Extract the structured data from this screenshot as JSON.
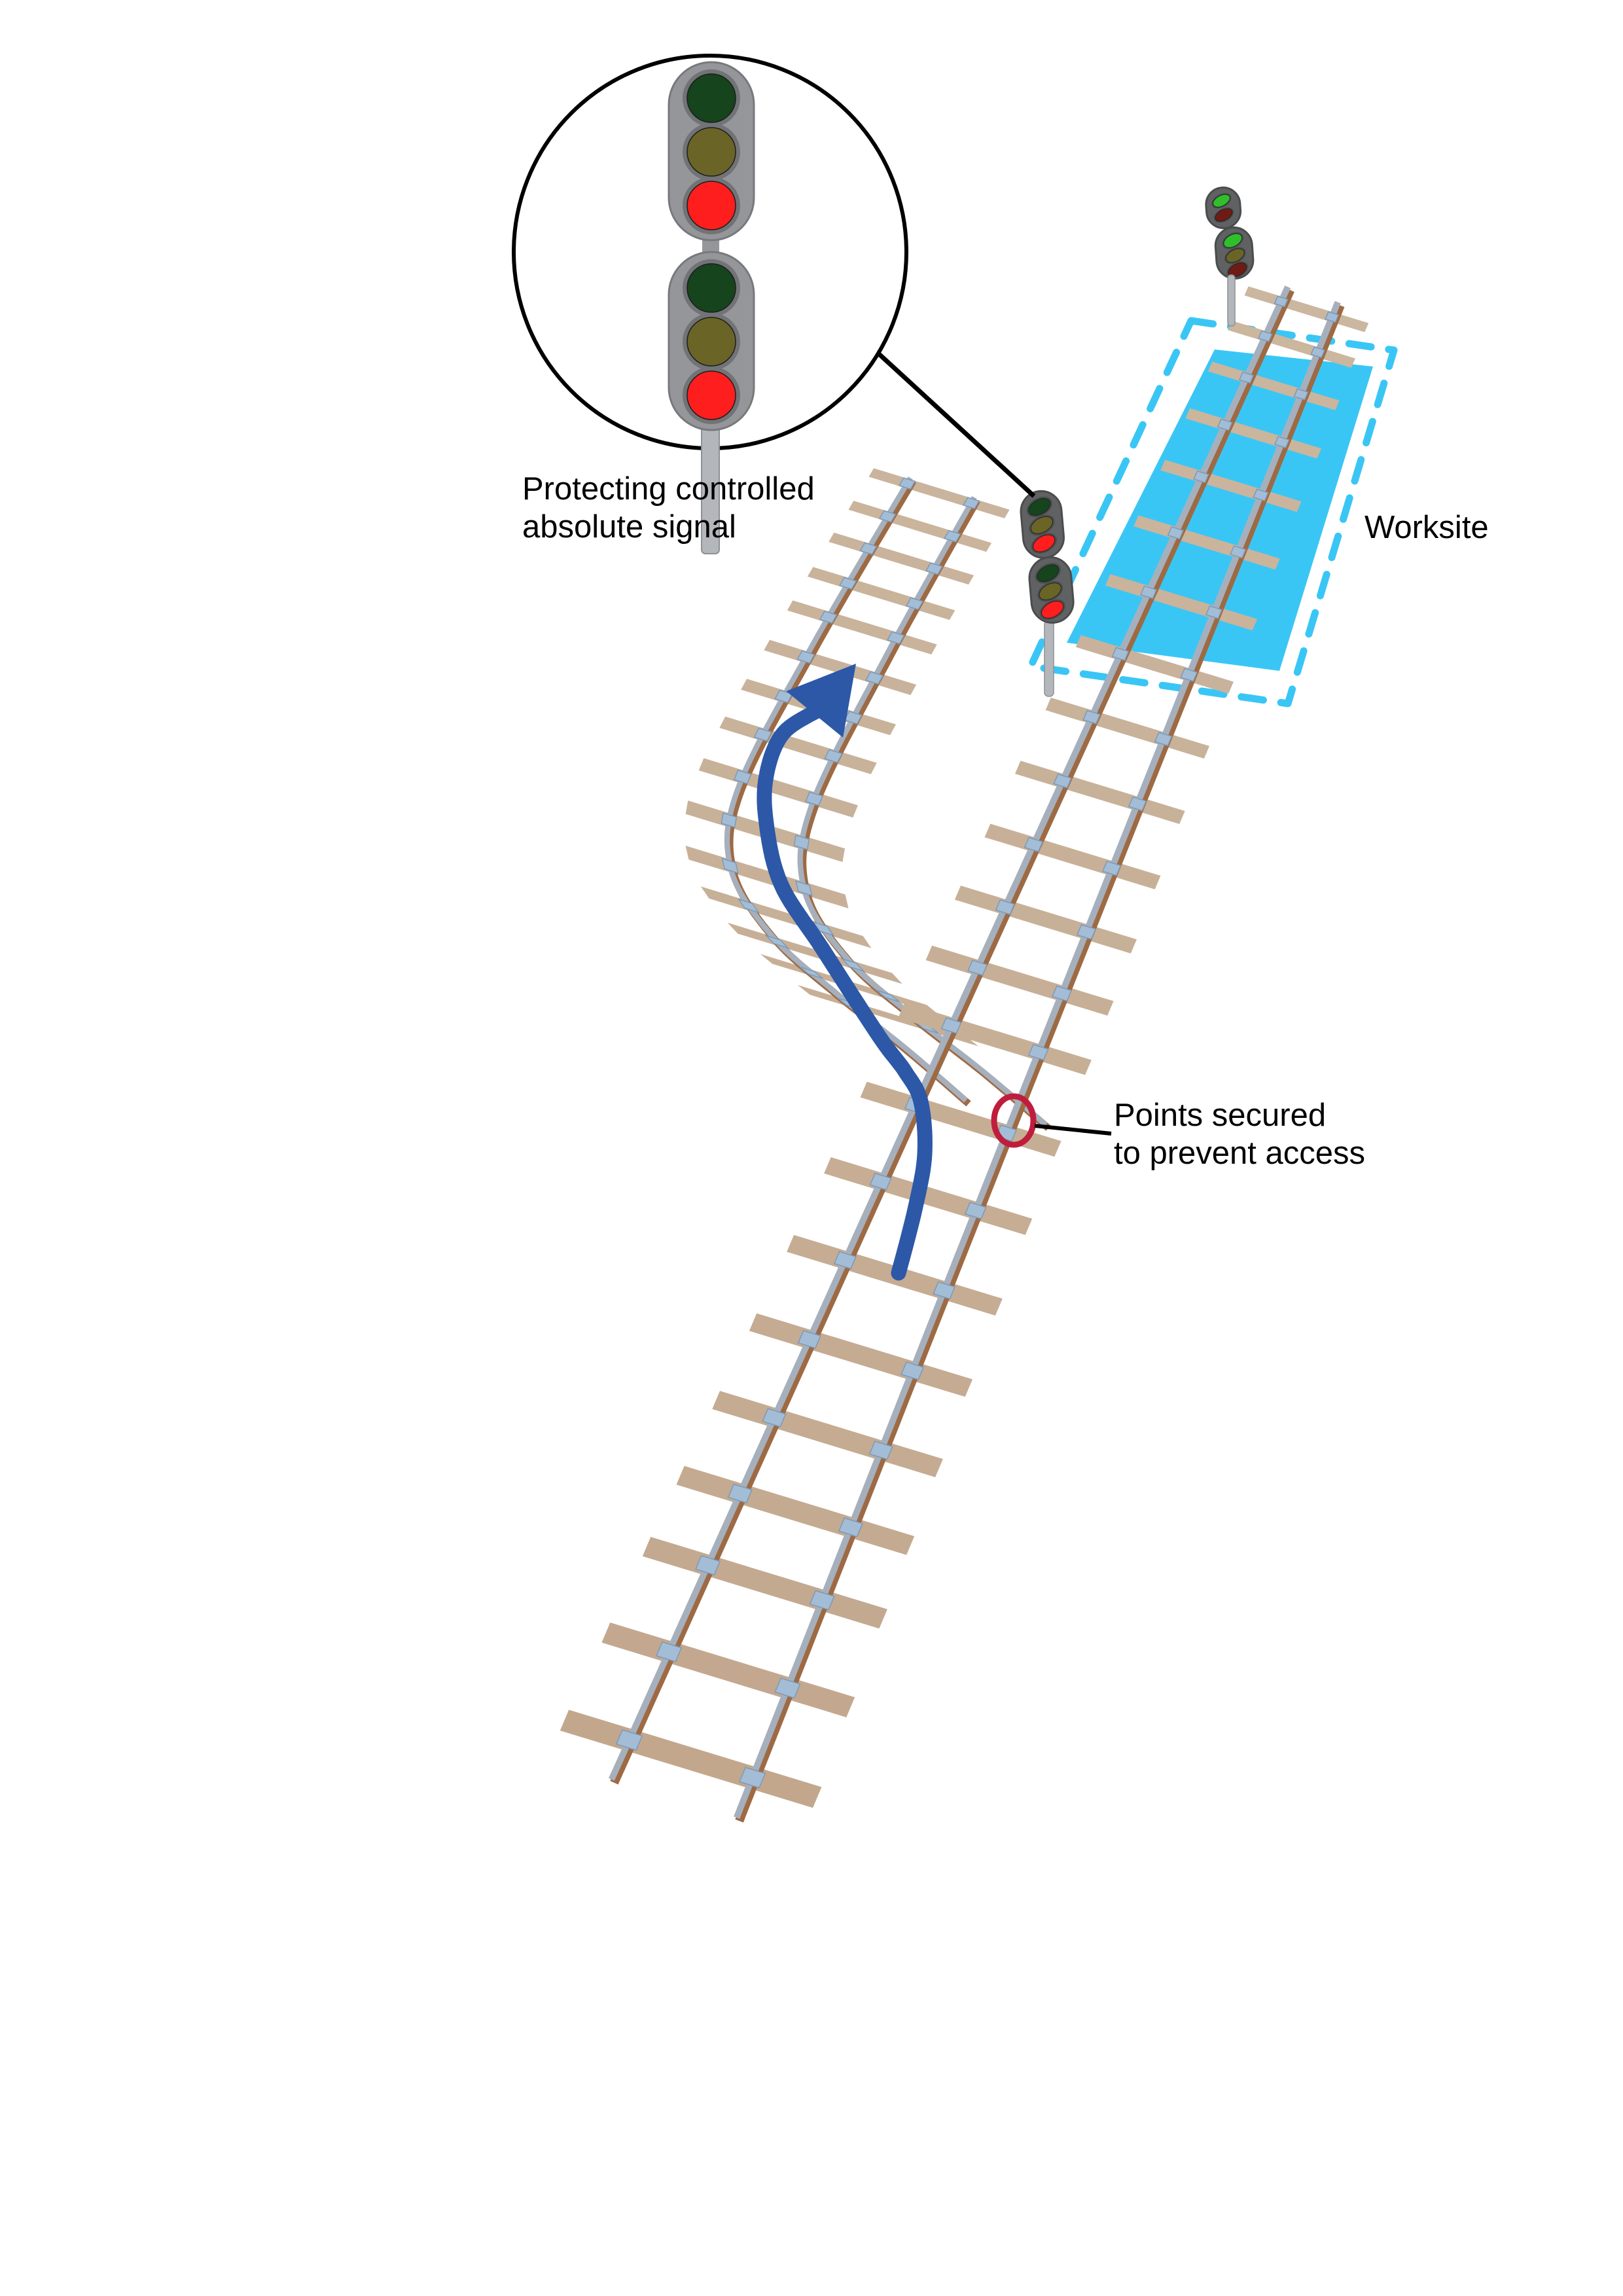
{
  "figure": {
    "kind": "railway-worksite-protection-diagram",
    "background": "#ffffff"
  },
  "labels": {
    "protecting": {
      "line1": "Protecting controlled",
      "line2": "absolute signal"
    },
    "worksite": "Worksite",
    "points": {
      "line1": "Points secured",
      "line2": "to prevent access"
    }
  },
  "colors": {
    "worksite_fill": "#3ac6f5",
    "worksite_border": "#3ac6f5",
    "sleeper_near": "#c2a78d",
    "sleeper_far": "#cbb69f",
    "rail_brown": "#9e6a43",
    "rail_silver": "#a6b0bd",
    "fastener": "#a3bdd6",
    "arrow_blue": "#2c58a7",
    "points_circle_red": "#c01d3c",
    "callout_black": "#000000",
    "magnifier_stroke": "#000000",
    "housing_light": "#949699",
    "housing_light_edge": "#77797c",
    "housing_dark": "#5f6163",
    "housing_dark_edge": "#4a4c4e",
    "socket": "#717376",
    "socket_small": "#4c4e50",
    "pole": "#b3b6ba",
    "pole_edge": "#8e9194",
    "text": "#000000"
  },
  "lamp_colors": {
    "green-off": "#16441d",
    "yellow-off": "#6a6526",
    "red-on": "#ff1e1e",
    "green-on": "#2fbf2a",
    "red-off": "#6e1b14"
  },
  "signals": {
    "magnified": {
      "name": "protecting-controlled-absolute-signal-magnified",
      "units": [
        [
          "green-off",
          "yellow-off",
          "red-on"
        ],
        [
          "green-off",
          "yellow-off",
          "red-on"
        ]
      ]
    },
    "protecting": {
      "name": "protecting-signal-at-track",
      "units": [
        [
          "green-off",
          "yellow-off",
          "red-on"
        ],
        [
          "green-off",
          "yellow-off",
          "red-on"
        ]
      ]
    },
    "far": {
      "name": "far-end-signal",
      "units": [
        [
          "green-on",
          "red-off"
        ],
        [
          "green-on",
          "yellow-off",
          "red-off"
        ]
      ]
    }
  }
}
